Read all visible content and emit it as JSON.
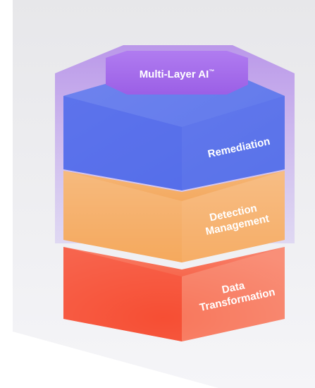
{
  "product": {
    "name": "Multi-Layer AI",
    "trademark": "™"
  },
  "layers": [
    {
      "id": "remediation",
      "lines": [
        "Remediation"
      ],
      "color": "#4a64e6"
    },
    {
      "id": "detection-management",
      "lines": [
        "Detection",
        "Management"
      ],
      "color": "#f5a04a"
    },
    {
      "id": "data-transformation",
      "lines": [
        "Data",
        "Transformation"
      ],
      "color": "#f85a3c"
    }
  ],
  "colors": {
    "frame": "#a77bea",
    "background": "#eeeef1"
  }
}
